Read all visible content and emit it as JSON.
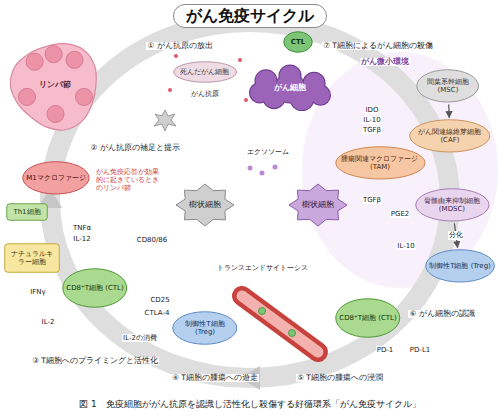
{
  "diagram": {
    "title": "がん免疫サイクル",
    "caption": "図 1　免疫細胞ががん抗原を認識し活性化し殺傷する好循環系「がん免疫サイクル」",
    "nodes": [
      {
        "text": [
          "リンパ節"
        ]
      },
      {
        "text": [
          "CTL"
        ]
      },
      {
        "text": [
          "死んだがん細胞"
        ]
      },
      {
        "text": [
          "がん細胞"
        ]
      },
      {
        "text": [
          "間葉系幹細胞 (MSC)"
        ]
      },
      {
        "text": [
          "がん関連線維芽細胞 (CAF)"
        ]
      },
      {
        "text": [
          "腫瘍関連マクロファージ (TAM)"
        ]
      },
      {
        "text": [
          "骨髄由来抑制細胞 (MDSC)"
        ]
      },
      {
        "text": [
          "制御性T細胞 (Treg)"
        ]
      },
      {
        "text": [
          "M1マクロファージ"
        ]
      },
      {
        "text": [
          "Th1細胞"
        ]
      },
      {
        "text": [
          "ナチュラルキラー細胞"
        ]
      },
      {
        "text": [
          "樹状細胞"
        ]
      },
      {
        "text": [
          "樹状細胞"
        ]
      },
      {
        "text": [
          "CD8⁺T細胞 (CTL)"
        ]
      },
      {
        "text": [
          "制御性T細胞 (Treg)"
        ]
      },
      {
        "text": [
          "CD8⁺T細胞 (CTL)"
        ]
      }
    ],
    "edges": [
      {
        "from": 4,
        "to": 5,
        "arrow": "to"
      },
      {
        "from": 7,
        "to": 8,
        "label": "分化",
        "arrow": "to"
      }
    ],
    "labels": [
      "① がん抗原の放出",
      "⑦ T細胞によるがん細胞の殺傷",
      "がん抗原",
      "がん微小環境",
      "IDO",
      "IL-10",
      "TGFβ",
      "② がん抗原の補足と提示",
      "がん免疫応答が効果的に起きているときのリンパ節",
      "エクソソーム",
      "TGFβ",
      "PGE2",
      "IL-10",
      "TNFα",
      "IL-12",
      "CD80/86",
      "IFNγ",
      "トランスエンドサイトーシス",
      "CD25",
      "CTLA-4",
      "IL-2",
      "IL-2の消費",
      "⑥ がん細胞の認識",
      "PD-1",
      "PD-L1",
      "③ T細胞へのプライミングと活性化",
      "④ T細胞の腫瘍への遊走",
      "⑤ T細胞の腫瘍への浸潤"
    ]
  }
}
